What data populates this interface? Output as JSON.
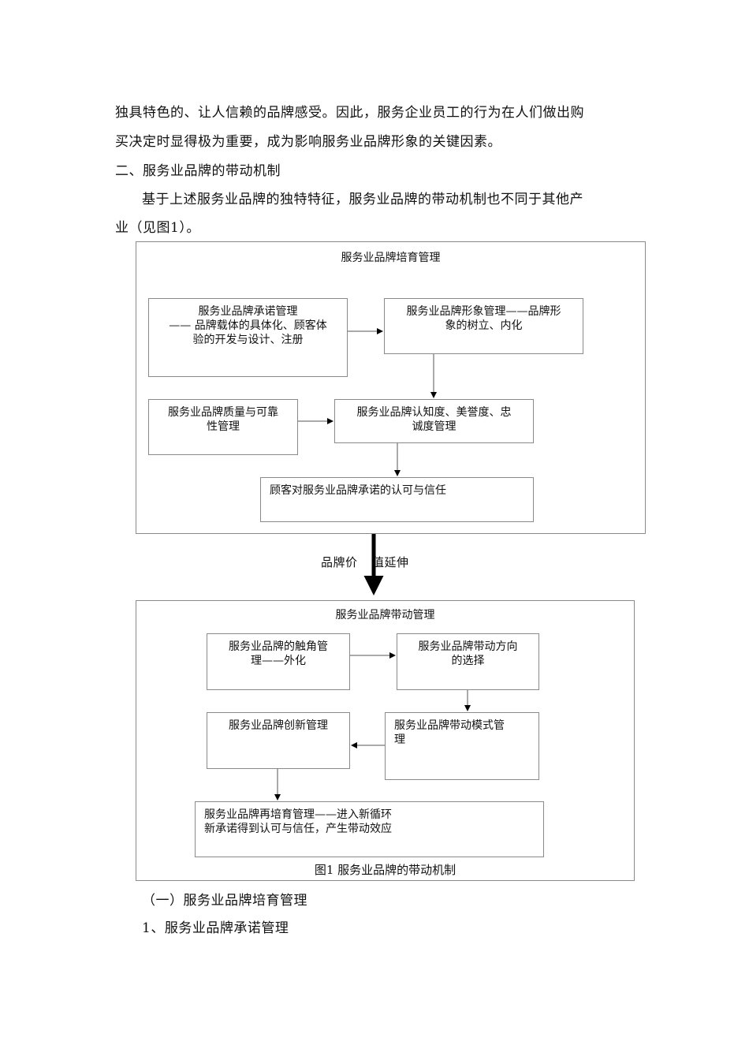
{
  "text": {
    "p1_line1": "独具特色的、让人信赖的品牌感受。因此，服务企业员工的行为在人们做出购",
    "p1_line2": "买决定时显得极为重要，成为影响服务业品牌形象的关键因素。",
    "heading2": "二、服务业品牌的带动机制",
    "p2_line1": "基于上述服务业品牌的独特特征，服务业品牌的带动机制也不同于其他产",
    "p2_line2": "业（见图1）。",
    "sub1": "（一）服务业品牌培育管理",
    "sub2": "1、服务业品牌承诺管理"
  },
  "figure": {
    "top_title": "服务业品牌培育管理",
    "top_boxes": {
      "promise": "服务业品牌承诺管理\n—— 品牌载体的具体化、顾客体\n验的开发与设计、注册",
      "image": "服务业品牌形象管理——品牌形\n象的树立、内化",
      "quality": "服务业品牌质量与可靠\n性管理",
      "awareness": "服务业品牌认知度、美誉度、忠\n诚度管理",
      "trust": "顾客对服务业品牌承诺的认可与信任"
    },
    "middle_label_left": "品牌价",
    "middle_label_right": "值延伸",
    "bottom_title": "服务业品牌带动管理",
    "bottom_boxes": {
      "touch": "服务业品牌的触角管\n理——外化",
      "direction": "服务业品牌带动方向\n的选择",
      "innovation": "服务业品牌创新管理",
      "mode": "服务业品牌带动模式管\n理",
      "recultivate": "服务业品牌再培育管理——进入新循环\n新承诺得到认可与信任，产生带动效应"
    },
    "caption": "图1  服务业品牌的带动机制"
  }
}
